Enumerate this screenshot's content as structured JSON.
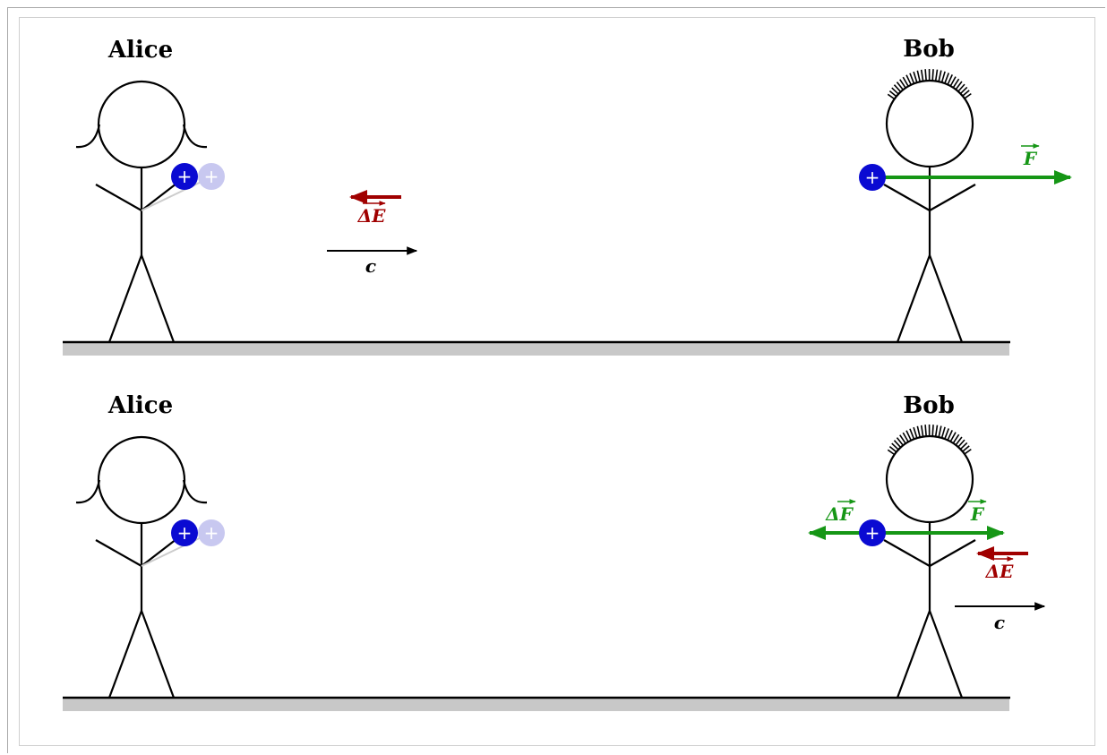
{
  "panels": [
    {
      "alice_name": "Alice",
      "bob_name": "Bob",
      "wave_field_label": "ΔE",
      "wave_speed_label": "c",
      "bob_force_label": "F",
      "bob_delta_force_label": ""
    },
    {
      "alice_name": "Alice",
      "bob_name": "Bob",
      "wave_field_label": "ΔE",
      "wave_speed_label": "c",
      "bob_force_label": "F",
      "bob_delta_force_label": "ΔF"
    }
  ],
  "charge_symbol": "+",
  "colors": {
    "charge": "#0a0ad2",
    "charge_ghost": "#c8c8f0",
    "field_arrow": "#a00000",
    "force_arrow": "#159615",
    "ground": "#c8c8c8",
    "figure": "#000000"
  },
  "icons": {
    "charge": "positive-charge-icon",
    "hair": "hair-icon"
  }
}
